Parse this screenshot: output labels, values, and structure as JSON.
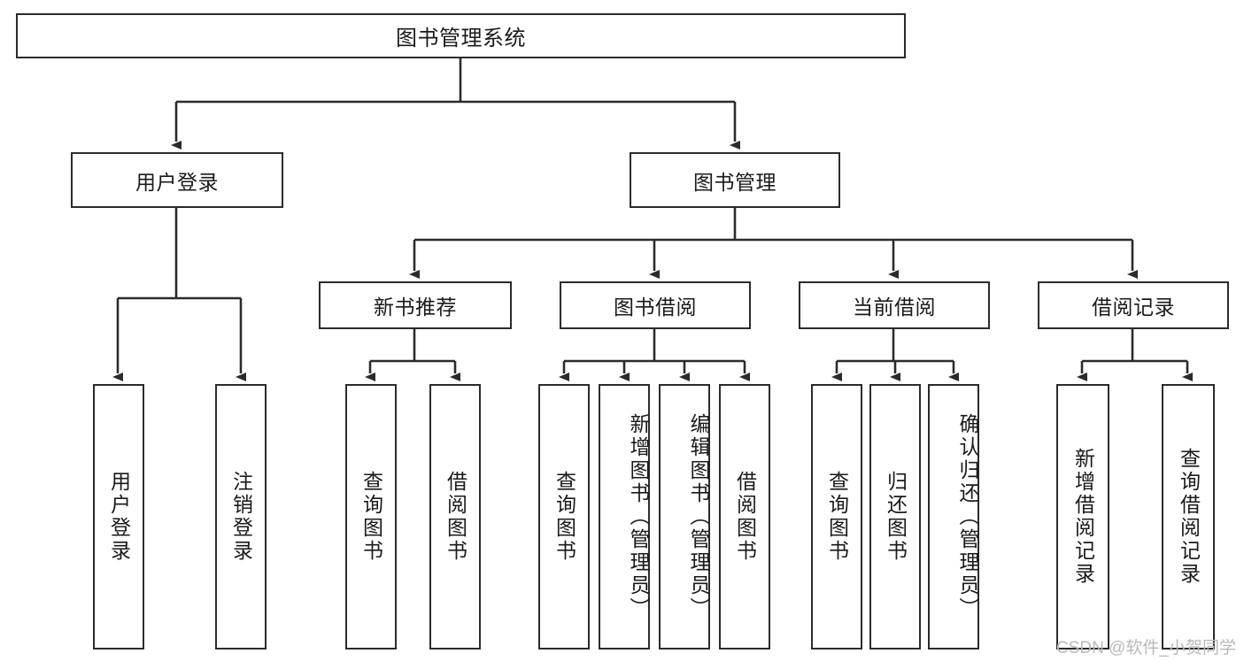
{
  "diagram": {
    "title": "图书管理系统",
    "type": "hierarchy-tree",
    "root": {
      "label": "图书管理系统"
    },
    "level2": [
      {
        "label": "用户登录"
      },
      {
        "label": "图书管理"
      }
    ],
    "level3": [
      {
        "label": "新书推荐"
      },
      {
        "label": "图书借阅"
      },
      {
        "label": "当前借阅"
      },
      {
        "label": "借阅记录"
      }
    ],
    "leaves": {
      "user_login": [
        {
          "label": "用户登录"
        },
        {
          "label": "注销登录"
        }
      ],
      "new_book_recommend": [
        {
          "label": "查询图书"
        },
        {
          "label": "借阅图书"
        }
      ],
      "book_borrow": [
        {
          "label": "查询图书"
        },
        {
          "label": "新增图书（管理员）"
        },
        {
          "label": "编辑图书（管理员）"
        },
        {
          "label": "借阅图书"
        }
      ],
      "current_borrow": [
        {
          "label": "查询图书"
        },
        {
          "label": "归还图书"
        },
        {
          "label": "确认归还（管理员）"
        }
      ],
      "borrow_record": [
        {
          "label": "新增借阅记录"
        },
        {
          "label": "查询借阅记录"
        }
      ]
    },
    "watermark": "CSDN @软件_小贺同学",
    "colors": {
      "box_border": "#2b2b2b",
      "box_fill": "#ffffff",
      "text": "#1a1a1a",
      "connector": "#2b2b2b",
      "watermark": "#b9b9b9",
      "background": "#ffffff"
    }
  }
}
